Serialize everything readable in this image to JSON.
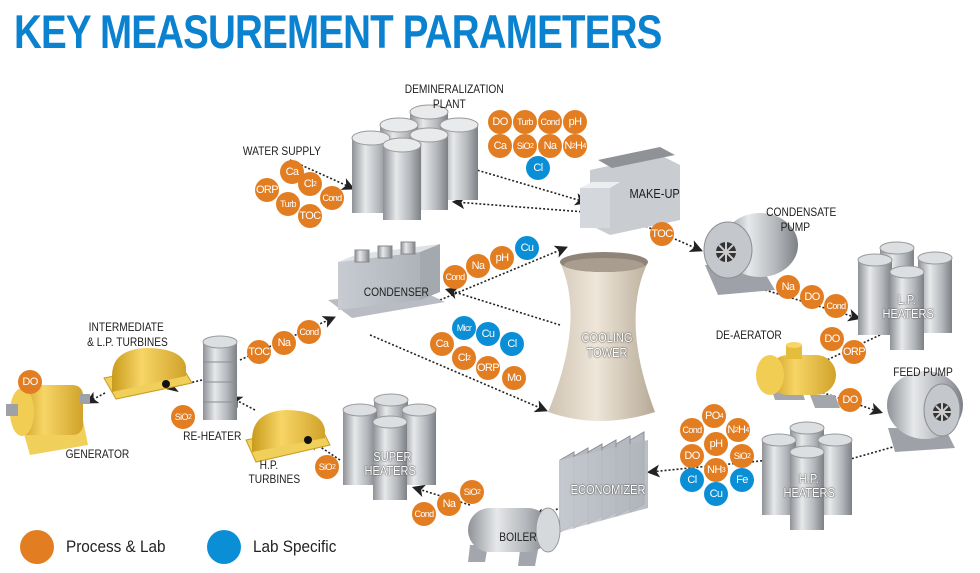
{
  "title": "KEY MEASUREMENT PARAMETERS",
  "colors": {
    "title": "#0a82cf",
    "process_lab": "#e27d22",
    "lab_specific": "#0a8ed6"
  },
  "legend": [
    {
      "label": "Process & Lab",
      "color": "#e27d22"
    },
    {
      "label": "Lab Specific",
      "color": "#0a8ed6"
    }
  ],
  "components": {
    "water_supply": "WATER SUPPLY",
    "demin_1": "DEMINERALIZATION",
    "demin_2": "PLANT",
    "makeup": "MAKE-UP",
    "condensate_pump_1": "CONDENSATE",
    "condensate_pump_2": "PUMP",
    "lp_heaters_1": "L.P.",
    "lp_heaters_2": "HEATERS",
    "deaerator": "DE-AERATOR",
    "feed_pump": "FEED PUMP",
    "hp_heaters_1": "H.P.",
    "hp_heaters_2": "HEATERS",
    "economizer": "ECONOMIZER",
    "boiler": "BOILER",
    "super_heaters_1": "SUPER",
    "super_heaters_2": "HEATERS",
    "hp_turbines_1": "H.P.",
    "hp_turbines_2": "TURBINES",
    "reheater": "RE-HEATER",
    "ilp_turbines_1": "INTERMEDIATE",
    "ilp_turbines_2": "& L.P. TURBINES",
    "generator": "GENERATOR",
    "condenser": "CONDENSER",
    "cooling_tower_1": "COOLING",
    "cooling_tower_2": "TOWER"
  },
  "parameters": {
    "water_supply": [
      {
        "t": "Ca",
        "type": "process"
      },
      {
        "t": "ORP",
        "type": "process"
      },
      {
        "t": "Cl",
        "sub": "2",
        "type": "process"
      },
      {
        "t": "Turb",
        "type": "process"
      },
      {
        "t": "Cond",
        "type": "process"
      },
      {
        "t": "TOC",
        "type": "process"
      }
    ],
    "demin": [
      {
        "t": "DO",
        "type": "process"
      },
      {
        "t": "Turb",
        "type": "process"
      },
      {
        "t": "Cond",
        "type": "process"
      },
      {
        "t": "pH",
        "type": "process"
      },
      {
        "t": "Ca",
        "type": "process"
      },
      {
        "t": "SiO",
        "sub": "2",
        "type": "process"
      },
      {
        "t": "Na",
        "type": "process"
      },
      {
        "t": "N",
        "sub": "2",
        "t2": "H",
        "sub2": "4",
        "type": "process"
      },
      {
        "t": "Cl",
        "type": "lab"
      }
    ],
    "makeup_out": [
      {
        "t": "TOC",
        "type": "process"
      }
    ],
    "condensate_out": [
      {
        "t": "Na",
        "type": "process"
      },
      {
        "t": "DO",
        "type": "process"
      },
      {
        "t": "Cond",
        "type": "process"
      }
    ],
    "lp_out": [
      {
        "t": "DO",
        "type": "process"
      },
      {
        "t": "ORP",
        "type": "process"
      }
    ],
    "deaerator_out": [
      {
        "t": "DO",
        "type": "process"
      }
    ],
    "hp_heaters_out": [
      {
        "t": "PO",
        "sub": "4",
        "type": "process"
      },
      {
        "t": "Cond",
        "type": "process"
      },
      {
        "t": "N",
        "sub": "2",
        "t2": "H",
        "sub2": "4",
        "type": "process"
      },
      {
        "t": "pH",
        "type": "process"
      },
      {
        "t": "DO",
        "type": "process"
      },
      {
        "t": "SiO",
        "sub": "2",
        "type": "process"
      },
      {
        "t": "NH",
        "sub": "3",
        "type": "process"
      },
      {
        "t": "Cl",
        "type": "lab"
      },
      {
        "t": "Fe",
        "type": "lab"
      },
      {
        "t": "Cu",
        "type": "lab"
      }
    ],
    "boiler_out": [
      {
        "t": "Cond",
        "type": "process"
      },
      {
        "t": "Na",
        "type": "process"
      },
      {
        "t": "SiO",
        "sub": "2",
        "type": "process"
      }
    ],
    "superheater_out": [
      {
        "t": "SiO",
        "sub": "2",
        "type": "process"
      }
    ],
    "reheater_in": [
      {
        "t": "SiO",
        "sub": "2",
        "type": "process"
      }
    ],
    "reheater_out": [
      {
        "t": "TOC",
        "type": "process"
      },
      {
        "t": "Na",
        "type": "process"
      },
      {
        "t": "Cond",
        "type": "process"
      }
    ],
    "generator": [
      {
        "t": "DO",
        "type": "process"
      }
    ],
    "condenser_out": [
      {
        "t": "Cond",
        "type": "process"
      },
      {
        "t": "Na",
        "type": "process"
      },
      {
        "t": "pH",
        "type": "process"
      },
      {
        "t": "Cu",
        "type": "lab"
      }
    ],
    "cooling": [
      {
        "t": "Micr",
        "type": "lab"
      },
      {
        "t": "Ca",
        "type": "process"
      },
      {
        "t": "Cu",
        "type": "lab"
      },
      {
        "t": "Cl",
        "sub": "2",
        "type": "process"
      },
      {
        "t": "Cl",
        "type": "lab"
      },
      {
        "t": "ORP",
        "type": "process"
      },
      {
        "t": "Mo",
        "type": "process"
      }
    ]
  }
}
